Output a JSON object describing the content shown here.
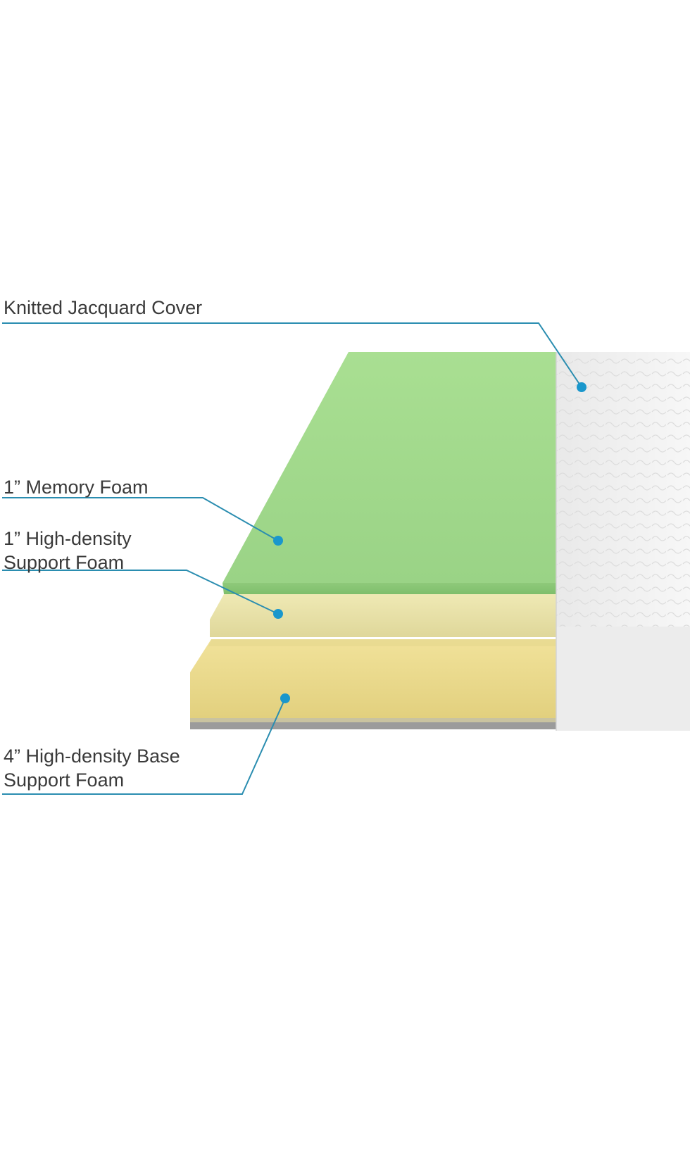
{
  "diagram": {
    "layers": [
      {
        "id": "cover",
        "lines": [
          "Knitted Jacquard Cover"
        ]
      },
      {
        "id": "memory",
        "lines": [
          "1” Memory Foam"
        ]
      },
      {
        "id": "hd",
        "lines": [
          "1” High-density",
          "Support Foam"
        ]
      },
      {
        "id": "base",
        "lines": [
          "4” High-density Base",
          "Support Foam"
        ]
      }
    ]
  },
  "colors": {
    "accent": "#1a97cc",
    "leader_line": "#2a8db0",
    "memory_foam": "#9fd88a",
    "hd_foam": "#e6e0a3",
    "base_foam": "#e8d98a",
    "cover": "#f1f1f1",
    "text": "#3a3a3a"
  }
}
